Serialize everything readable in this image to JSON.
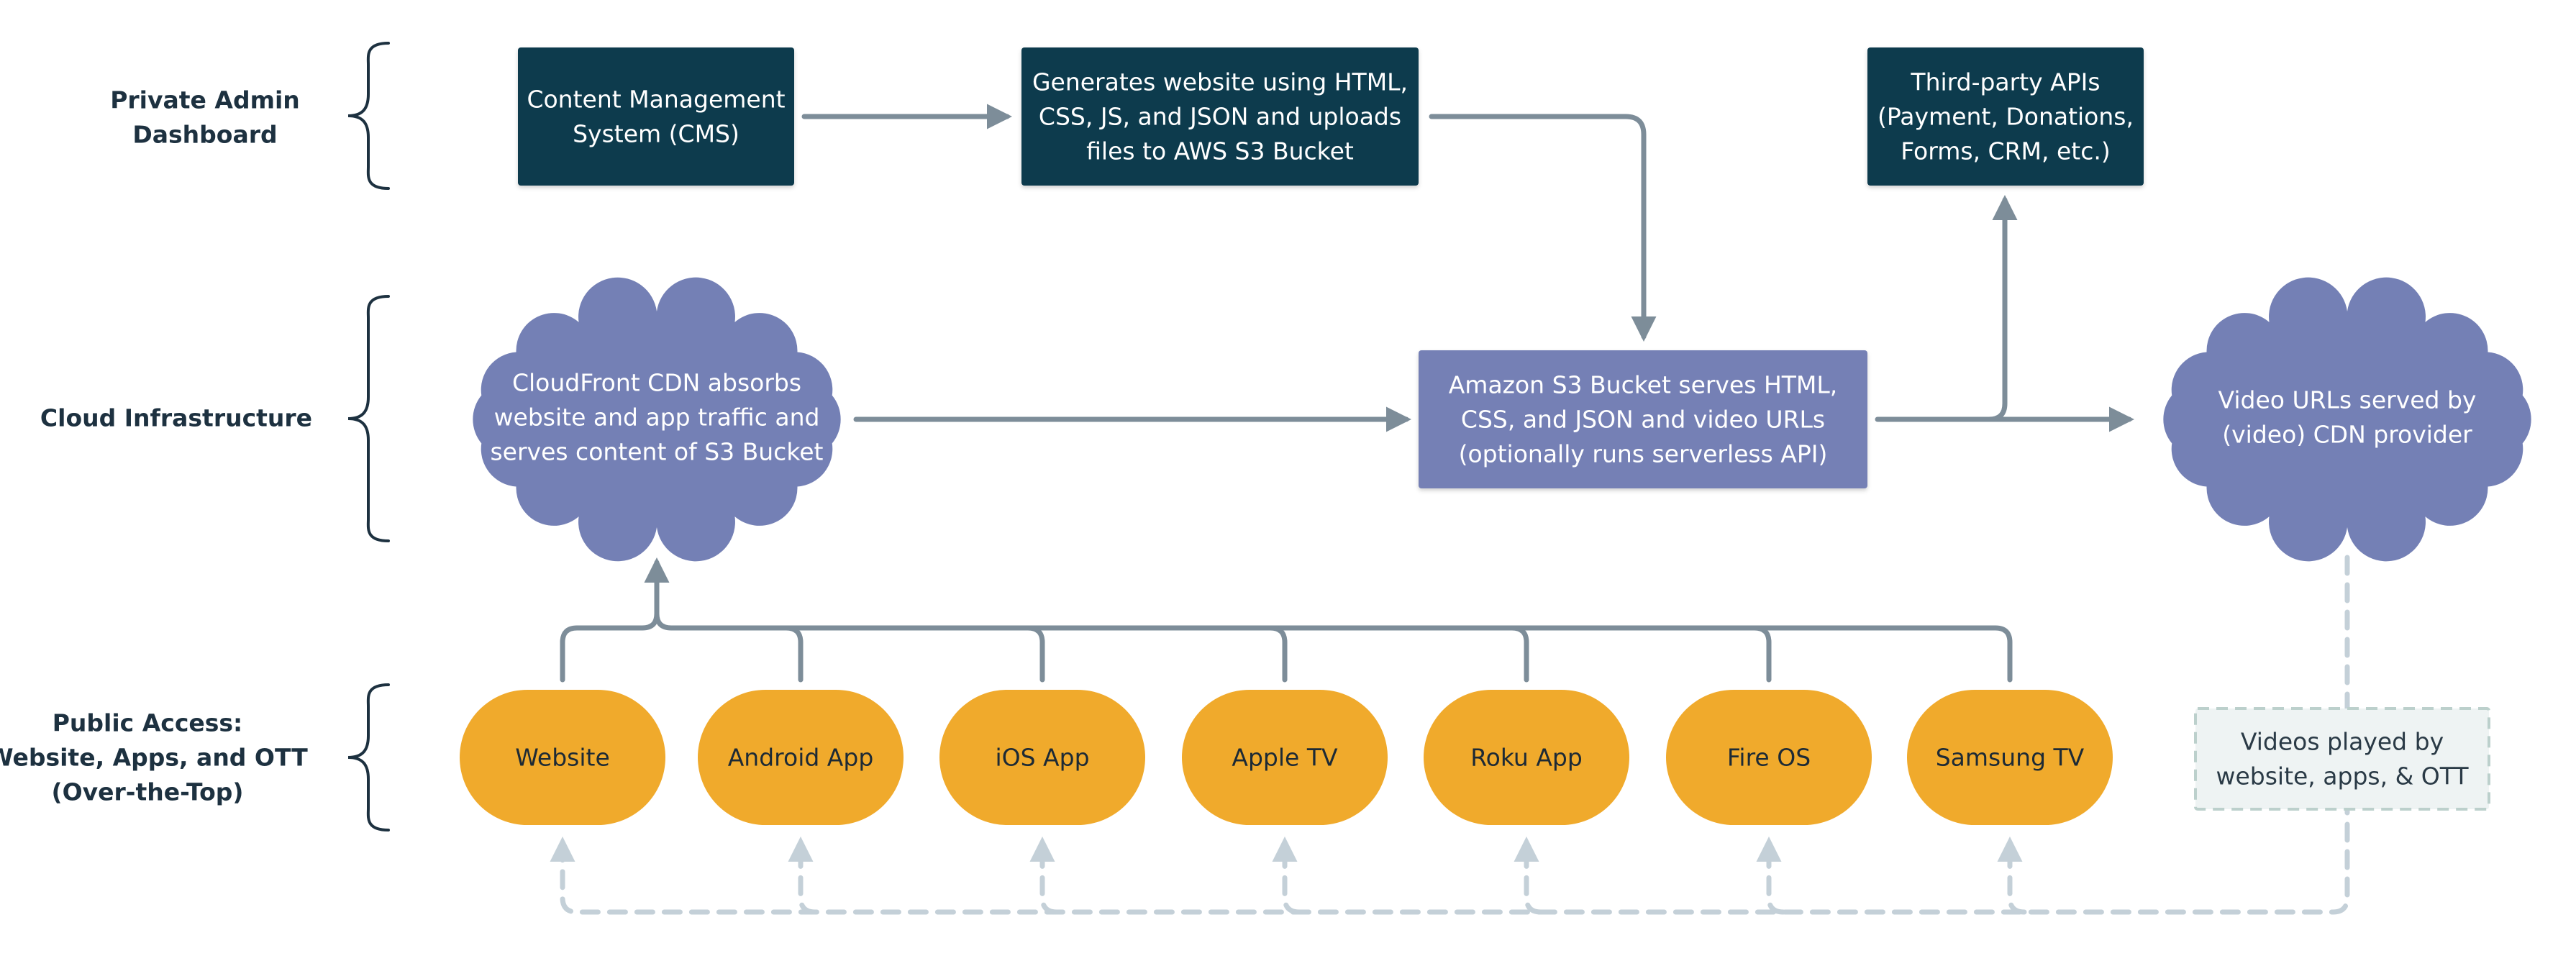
{
  "colors": {
    "dark_box": "#0f3a4d",
    "cloud": "#7480b5",
    "s3_box": "#7480b5",
    "pill": "#f0aa2c",
    "connector": "#7d8d99",
    "dashed": "#c4d0d8",
    "note_bg": "#eef3f3",
    "note_border": "#bcd0cc",
    "section_label": "#1d3140",
    "note_text": "#2a3a46",
    "pill_text": "#1d2a35",
    "light_text": "#ffffff"
  },
  "sections": {
    "admin": {
      "lines": [
        "Private Admin",
        "Dashboard"
      ]
    },
    "cloud": {
      "lines": [
        "Cloud Infrastructure"
      ]
    },
    "public": {
      "lines": [
        "Public Access:",
        "Website, Apps, and OTT",
        "(Over-the-Top)"
      ]
    }
  },
  "nodes": {
    "cms": {
      "lines": [
        "Content Management",
        "System (CMS)"
      ],
      "icon": "none"
    },
    "generator": {
      "lines": [
        "Generates website using HTML,",
        "CSS, JS, and JSON and uploads",
        "files to AWS S3 Bucket"
      ],
      "icon": "none"
    },
    "third_party": {
      "lines": [
        "Third-party APIs",
        "(Payment, Donations,",
        "Forms, CRM, etc.)"
      ],
      "icon": "none"
    },
    "cdn": {
      "lines": [
        "CloudFront CDN absorbs",
        "website and app traffic and",
        "serves content of S3 Bucket"
      ],
      "icon": "cloud-shape"
    },
    "s3": {
      "lines": [
        "Amazon S3 Bucket serves HTML,",
        "CSS, and JSON and video URLs",
        "(optionally runs serverless API)"
      ],
      "icon": "none"
    },
    "video_cdn": {
      "lines": [
        "Video URLs served by",
        "(video) CDN provider"
      ],
      "icon": "cloud-shape"
    },
    "video_note": {
      "lines": [
        "Videos played by",
        "website, apps, & OTT"
      ],
      "icon": "none"
    }
  },
  "clients": [
    {
      "label": "Website"
    },
    {
      "label": "Android App"
    },
    {
      "label": "iOS App"
    },
    {
      "label": "Apple TV"
    },
    {
      "label": "Roku App"
    },
    {
      "label": "Fire OS"
    },
    {
      "label": "Samsung TV"
    }
  ]
}
